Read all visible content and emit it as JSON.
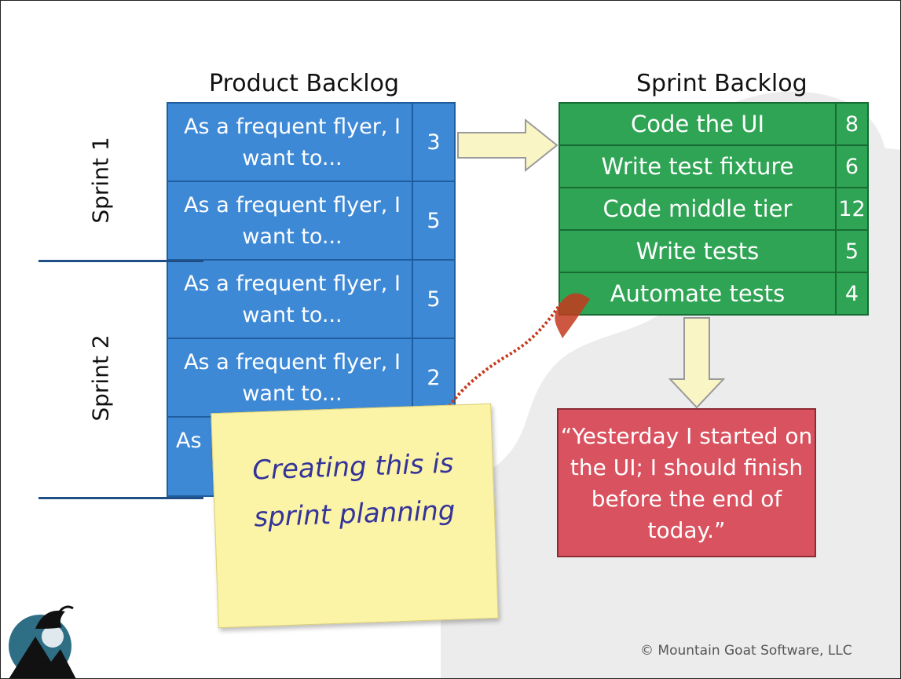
{
  "product_backlog": {
    "title": "Product Backlog",
    "items": [
      {
        "text": "As a frequent flyer, I want to...",
        "points": "3"
      },
      {
        "text": "As a frequent flyer, I want to...",
        "points": "5"
      },
      {
        "text": "As a frequent flyer, I want to...",
        "points": "5"
      },
      {
        "text": "As a frequent flyer, I want to...",
        "points": "2"
      },
      {
        "text": "As",
        "points": ""
      }
    ]
  },
  "sprint_backlog": {
    "title": "Sprint Backlog",
    "tasks": [
      {
        "task": "Code the UI",
        "points": "8"
      },
      {
        "task": "Write test fixture",
        "points": "6"
      },
      {
        "task": "Code middle tier",
        "points": "12"
      },
      {
        "task": "Write tests",
        "points": "5"
      },
      {
        "task": "Automate tests",
        "points": "4"
      }
    ]
  },
  "sprints": {
    "sprint1": "Sprint 1",
    "sprint2": "Sprint 2"
  },
  "quote": "“Yesterday I started on the UI; I should finish before the end of today.”",
  "sticky_note": "Creating this is sprint planning",
  "copyright": "© Mountain Goat Software, LLC",
  "colors": {
    "product_backlog": "#3e89d6",
    "sprint_backlog": "#2ea454",
    "quote_box": "#d9525f",
    "sticky_note": "#fbf3a6",
    "arrow_fill": "#f9f5c4"
  },
  "icons": [
    "arrow-right-icon",
    "arrow-down-icon",
    "mountain-goat-logo-icon"
  ]
}
